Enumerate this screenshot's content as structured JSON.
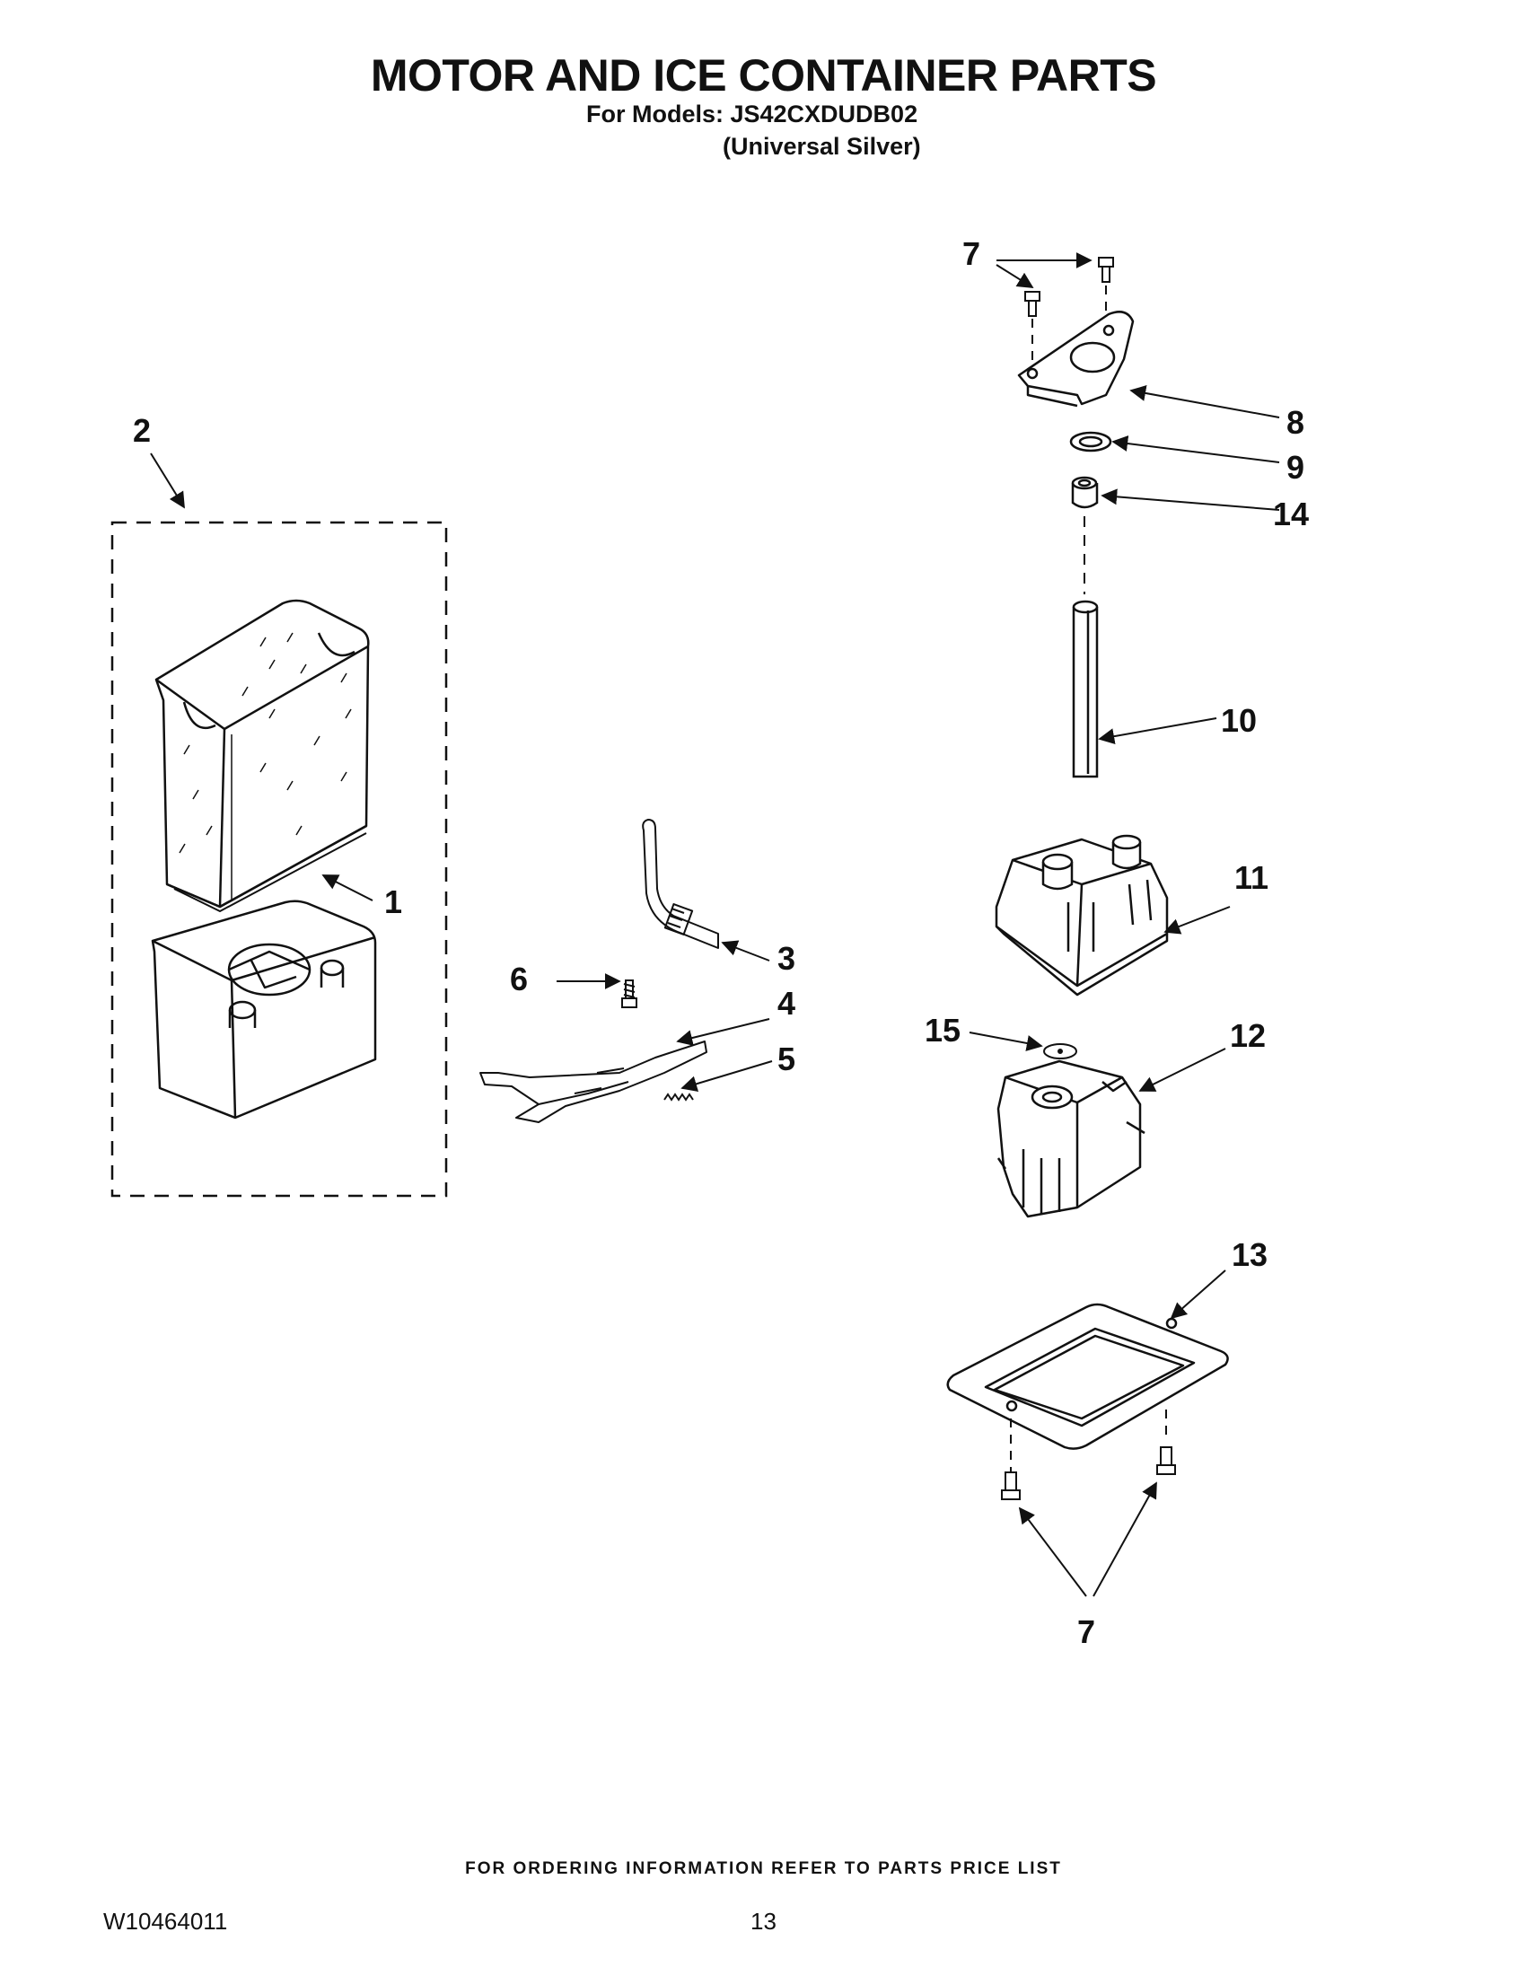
{
  "header": {
    "title": "MOTOR AND ICE CONTAINER PARTS",
    "models_line": "For Models: JS42CXDUDB02",
    "color_line": "(Universal Silver)"
  },
  "callouts": {
    "c1": "1",
    "c2": "2",
    "c3": "3",
    "c4": "4",
    "c5": "5",
    "c6": "6",
    "c7_top": "7",
    "c7_bottom": "7",
    "c8": "8",
    "c9": "9",
    "c10": "10",
    "c11": "11",
    "c12": "12",
    "c13": "13",
    "c14": "14",
    "c15": "15"
  },
  "footer": {
    "ordering_note": "FOR ORDERING INFORMATION REFER TO PARTS PRICE LIST",
    "document_number": "W10464011",
    "page_number": "13"
  }
}
